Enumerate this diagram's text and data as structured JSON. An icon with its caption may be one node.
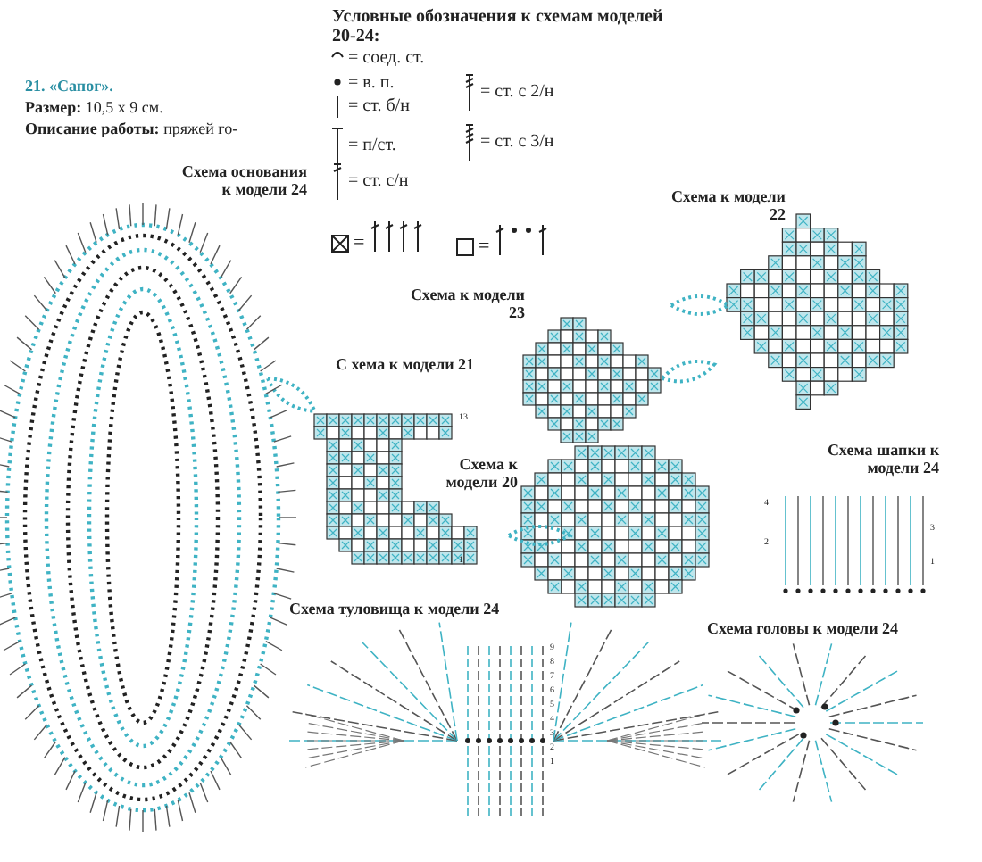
{
  "diagram": {
    "title": "Условные обозначения к схемам моделей 20-24:",
    "labels": [
      "21. «Сапог».",
      "**Размер:** 10,5 х 9 см.",
      "**Описание работы:** пряжей го-",
      "Схема основания к модели 24",
      "Схема к модели 22",
      "Схема к модели 23",
      "С хема к модели 21",
      "13",
      "1",
      "Схема к модели 20",
      "Схема шапки к модели 24",
      "4",
      "3",
      "2",
      "1",
      "Схема туловища к модели 24",
      "9",
      "8",
      "7",
      "6",
      "5",
      "4",
      "3",
      "2",
      "1",
      "Схема головы к модели 24"
    ],
    "legend": [
      {
        "text": "= соед. ст."
      },
      {
        "text": "= в. п."
      },
      {
        "text": "= ст. б/н"
      },
      {
        "text": "= п/ст."
      },
      {
        "text": "= ст. с/н"
      },
      {
        "text": "= ст. с 2/н"
      },
      {
        "text": "= ст. с 3/н"
      },
      {
        "text": "="
      },
      {
        "text": "="
      }
    ]
  }
}
